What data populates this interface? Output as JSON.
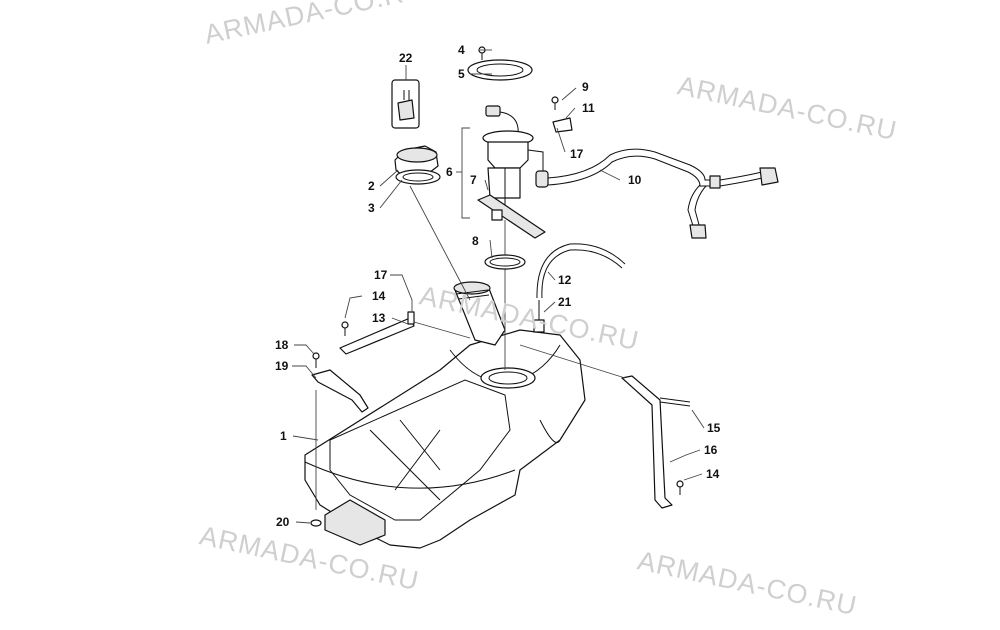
{
  "watermark": "ARMADA-CO.RU",
  "callouts": {
    "c1": "1",
    "c2": "2",
    "c3": "3",
    "c4": "4",
    "c5": "5",
    "c6": "6",
    "c7": "7",
    "c8": "8",
    "c9": "9",
    "c10": "10",
    "c11": "11",
    "c12": "12",
    "c13": "13",
    "c14a": "14",
    "c14b": "14",
    "c15": "15",
    "c16": "16",
    "c17a": "17",
    "c17b": "17",
    "c18": "18",
    "c19": "19",
    "c20": "20",
    "c21": "21",
    "c22": "22"
  }
}
